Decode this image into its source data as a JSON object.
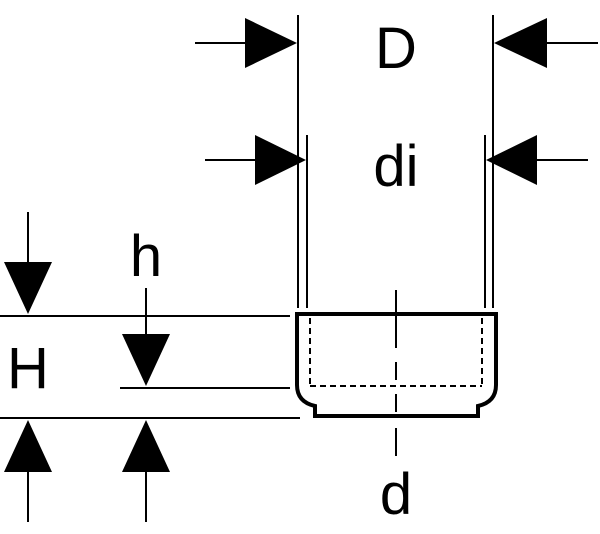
{
  "labels": {
    "outer_diameter": "D",
    "inner_diameter": "di",
    "insert_depth": "h",
    "total_height": "H",
    "diameter": "d"
  },
  "colors": {
    "line": "#000000",
    "background": "#ffffff"
  }
}
